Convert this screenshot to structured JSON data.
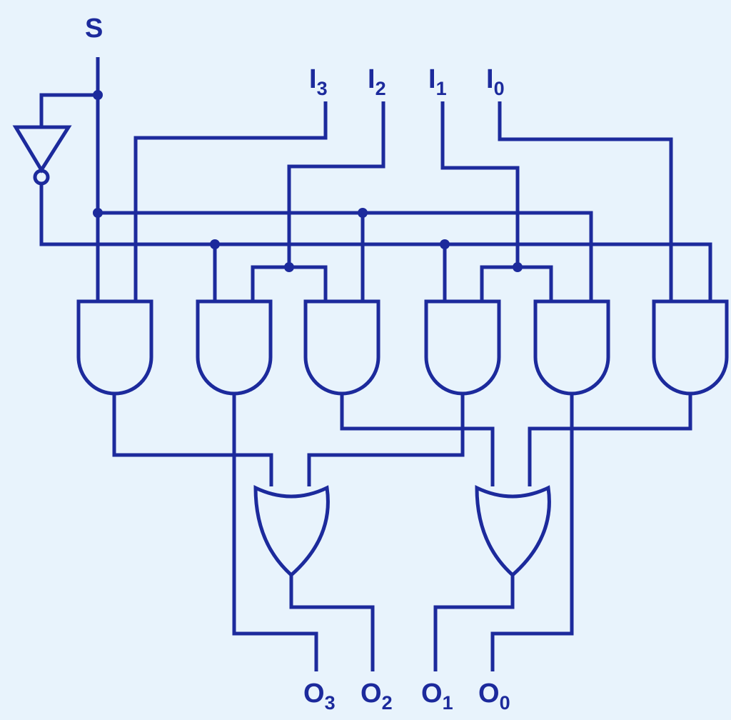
{
  "diagram": {
    "colors": {
      "background": "#e8f3fc",
      "ink": "#1c2a9c"
    },
    "select": {
      "letter": "S",
      "subscript": ""
    },
    "inputs": [
      {
        "letter": "I",
        "subscript": "3"
      },
      {
        "letter": "I",
        "subscript": "2"
      },
      {
        "letter": "I",
        "subscript": "1"
      },
      {
        "letter": "I",
        "subscript": "0"
      }
    ],
    "outputs": [
      {
        "letter": "O",
        "subscript": "3"
      },
      {
        "letter": "O",
        "subscript": "2"
      },
      {
        "letter": "O",
        "subscript": "1"
      },
      {
        "letter": "O",
        "subscript": "0"
      }
    ]
  }
}
